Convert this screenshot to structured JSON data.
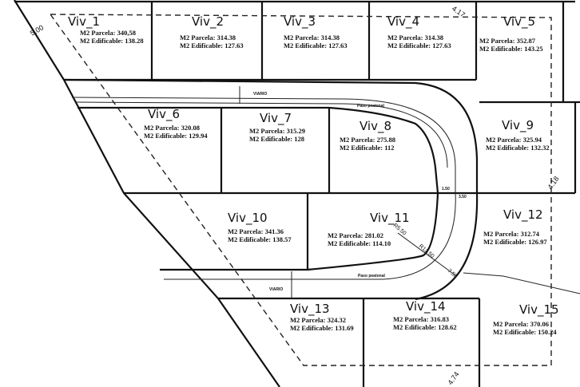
{
  "plan": {
    "labels": {
      "parcela": "M2 Parcela:",
      "edificable": "M2 Edificable:"
    },
    "lots": [
      {
        "name": "Viv_1",
        "parcela": "340,58",
        "edificable": "138.28"
      },
      {
        "name": "Viv_2",
        "parcela": "314.38",
        "edificable": "127.63"
      },
      {
        "name": "Viv_3",
        "parcela": "314.38",
        "edificable": "127.63"
      },
      {
        "name": "Viv_4",
        "parcela": "314.38",
        "edificable": "127.63"
      },
      {
        "name": "Viv_5",
        "parcela": "352.87",
        "edificable": "143.25"
      },
      {
        "name": "Viv_6",
        "parcela": "320.08",
        "edificable": "129.94"
      },
      {
        "name": "Viv_7",
        "parcela": "315.29",
        "edificable": "128"
      },
      {
        "name": "Viv_8",
        "parcela": "275.88",
        "edificable": "112"
      },
      {
        "name": "Viv_9",
        "parcela": "325.94",
        "edificable": "132.32"
      },
      {
        "name": "Viv_10",
        "parcela": "341.36",
        "edificable": "138.57"
      },
      {
        "name": "Viv_11",
        "parcela": "281.02",
        "edificable": "114.10"
      },
      {
        "name": "Viv_12",
        "parcela": "312.74",
        "edificable": "126.97"
      },
      {
        "name": "Viv_13",
        "parcela": "324.32",
        "edificable": "131.69"
      },
      {
        "name": "Viv_14",
        "parcela": "316.83",
        "edificable": "128.62"
      },
      {
        "name": "Viv_15",
        "parcela": "370.06",
        "edificable": "150.24"
      }
    ],
    "road_labels": {
      "viario_top": "VIARIO",
      "viario_bottom": "VIARIO",
      "paso_top": "Paso peatonal",
      "paso_bottom": "Paso peatonal"
    },
    "dimensions": {
      "left": "5.00",
      "top": "4.17",
      "right": "4.18",
      "bottom": "4.74",
      "radius": "R12.50",
      "r_inner": "R5.50",
      "width": "7.50",
      "w1": "1.50",
      "w2": "3.50"
    }
  }
}
